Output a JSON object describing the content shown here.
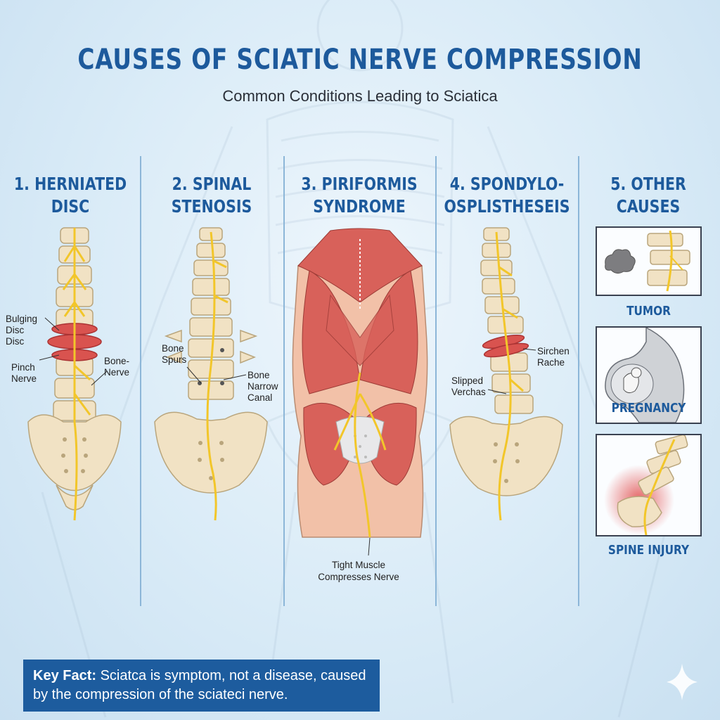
{
  "header": {
    "title": "CAUSES OF SCIATIC NERVE COMPRESSION",
    "subtitle": "Common Conditions Leading to Sciatica"
  },
  "columns": [
    {
      "heading_line1": "1. HERNIATED",
      "heading_line2": "DISC",
      "labels": {
        "bulging": "Bulging\nDisc\nDisc",
        "pinch": "Pinch\nNerve",
        "bone_nerve": "Bone-\nNerve"
      }
    },
    {
      "heading_line1": "2. SPINAL",
      "heading_line2": "STENOSIS",
      "labels": {
        "spurs": "Bone\nSpurs",
        "canal": "Bone\nNarrow\nCanal"
      }
    },
    {
      "heading_line1": "3. PIRIFORMIS",
      "heading_line2": "SYNDROME",
      "labels": {
        "tight": "Tight Muscle\nCompresses Nerve"
      }
    },
    {
      "heading_line1": "4. SPONDYLO-",
      "heading_line2": "OSPLISTHESEIS",
      "labels": {
        "sirchen": "Sirchen\nRache",
        "slipped": "Slipped\nVerchas"
      }
    },
    {
      "heading_line1": "5. OTHER",
      "heading_line2": "CAUSES",
      "panels": [
        "TUMOR",
        "PREGNANCY",
        "SPINE INJURY"
      ]
    }
  ],
  "key_fact": {
    "label": "Key Fact:",
    "text": " Sciatca is symptom, not a disease, caused by the compression of the sciateci nerve."
  },
  "colors": {
    "title_blue": "#1d5a9c",
    "bone": "#f1e2c4",
    "bone_outline": "#b9a57c",
    "nerve": "#f2c62a",
    "disc_red": "#d9534f",
    "muscle": "#d8615a",
    "key_box": "#1d5c9e"
  }
}
